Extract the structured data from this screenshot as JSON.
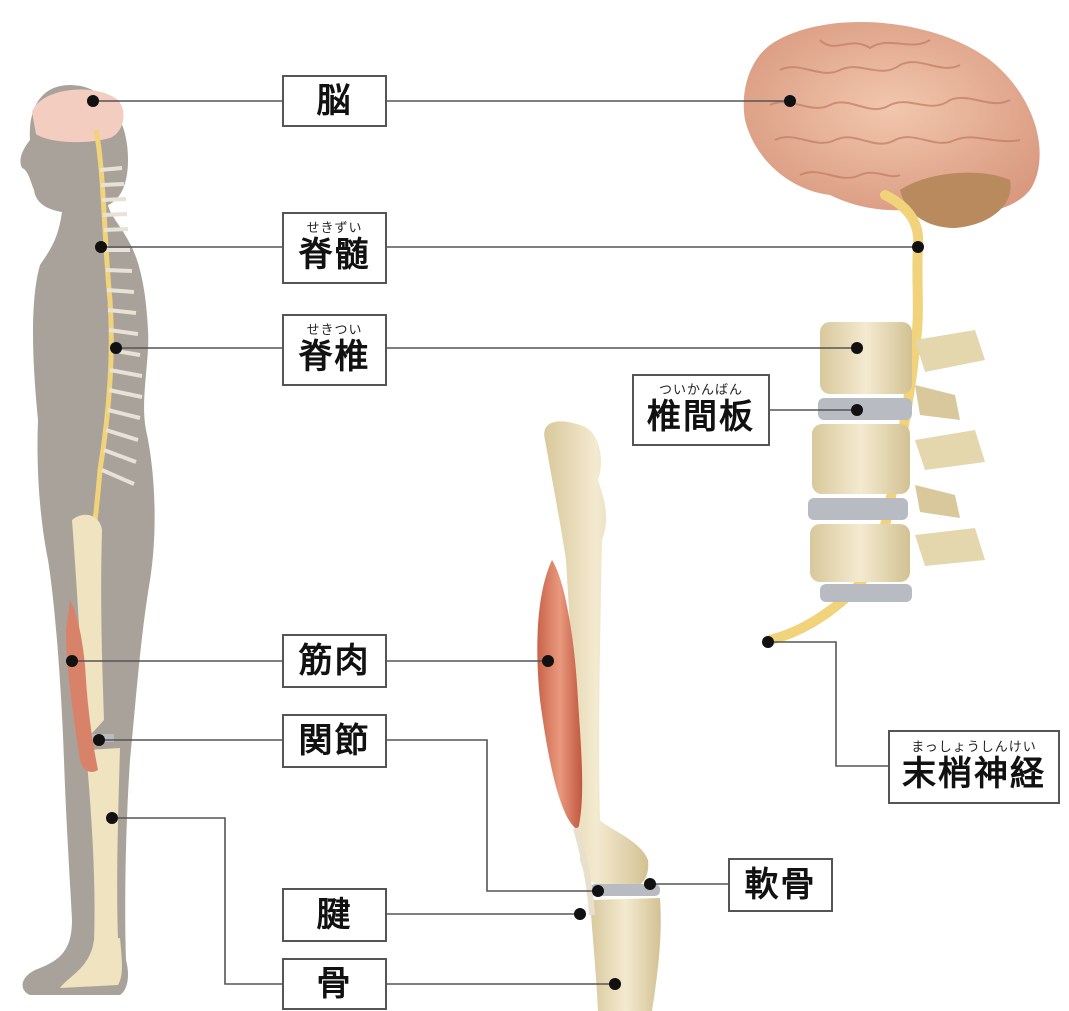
{
  "labels": {
    "brain": {
      "text": "脳",
      "ruby": ""
    },
    "spinal_cord": {
      "text": "脊髄",
      "ruby": "せきずい"
    },
    "spine": {
      "text": "脊椎",
      "ruby": "せきつい"
    },
    "intervertebral_disc": {
      "text": "椎間板",
      "ruby": "ついかんばん"
    },
    "muscle": {
      "text": "筋肉",
      "ruby": ""
    },
    "joint": {
      "text": "関節",
      "ruby": ""
    },
    "peripheral_nerve": {
      "text": "末梢神経",
      "ruby": "まっしょうしんけい"
    },
    "cartilage": {
      "text": "軟骨",
      "ruby": ""
    },
    "tendon": {
      "text": "腱",
      "ruby": ""
    },
    "bone": {
      "text": "骨",
      "ruby": ""
    }
  },
  "colors": {
    "body_silhouette": "#a9a29a",
    "brain": "#e8b39a",
    "cerebellum": "#b98a5e",
    "nerve": "#f0d37a",
    "bone": "#efe3c0",
    "muscle": "#d9826a",
    "disc": "#b8bcc2",
    "line": "#555555",
    "dot": "#111111"
  }
}
